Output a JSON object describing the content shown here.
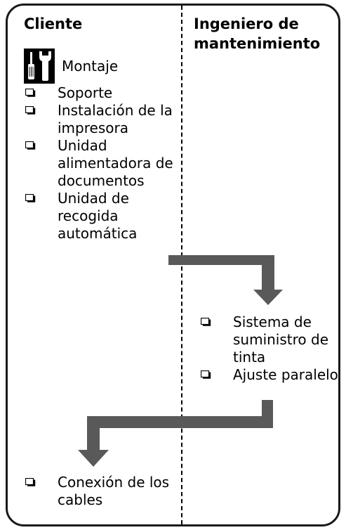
{
  "columns": {
    "client_title": "Cliente",
    "engineer_title": "Ingeniero de mantenimiento"
  },
  "stage": {
    "icon": "wrench-screwdriver-icon",
    "label": "Montaje"
  },
  "client_items": [
    "Soporte",
    "Instalación de la impresora",
    "Unidad alimentadora de documentos",
    "Unidad de recogida automática"
  ],
  "engineer_items": [
    "Sistema de suministro de tinta",
    "Ajuste paralelo"
  ],
  "final_items": [
    "Conexión de los cables"
  ],
  "colors": {
    "arrow": "#595959",
    "border": "#1a1a1a"
  }
}
